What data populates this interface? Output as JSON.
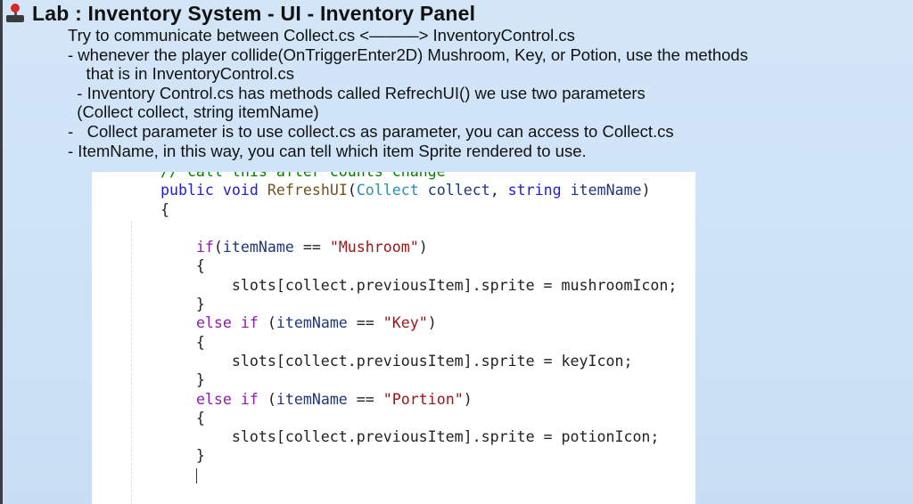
{
  "title": "Lab : Inventory System - UI - Inventory Panel",
  "notes": [
    "Try to communicate between Collect.cs <———> InventoryControl.cs",
    "- whenever the player collide(OnTriggerEnter2D) Mushroom, Key, or Potion, use the methods",
    "    that is in InventoryControl.cs",
    "  - Inventory Control.cs has methods called RefrechUI() we use two parameters",
    "  (Collect collect, string itemName)",
    "-   Collect parameter is to use collect.cs as parameter, you can access to Collect.cs",
    "- ItemName, in this way, you can tell which item Sprite rendered to use."
  ],
  "code": [
    [
      [
        "    ",
        "pl"
      ],
      [
        "// call this after counts change",
        "cm"
      ]
    ],
    [
      [
        "    ",
        "pl"
      ],
      [
        "public",
        "kw"
      ],
      [
        " ",
        "pl"
      ],
      [
        "void",
        "kw"
      ],
      [
        " ",
        "pl"
      ],
      [
        "RefreshUI",
        "fn"
      ],
      [
        "(",
        "pl"
      ],
      [
        "Collect",
        "ty"
      ],
      [
        " ",
        "pl"
      ],
      [
        "collect",
        "pr"
      ],
      [
        ", ",
        "pl"
      ],
      [
        "string",
        "kw"
      ],
      [
        " ",
        "pl"
      ],
      [
        "itemName",
        "pr"
      ],
      [
        ")",
        "pl"
      ]
    ],
    [
      [
        "    {",
        "pl"
      ]
    ],
    [
      [
        "",
        "pl"
      ]
    ],
    [
      [
        "        ",
        "pl"
      ],
      [
        "if",
        "kw2"
      ],
      [
        "(",
        "pl"
      ],
      [
        "itemName",
        "pr"
      ],
      [
        " == ",
        "pl"
      ],
      [
        "\"Mushroom\"",
        "st"
      ],
      [
        ")",
        "pl"
      ]
    ],
    [
      [
        "        {",
        "pl"
      ]
    ],
    [
      [
        "            slots[collect.previousItem].sprite = mushroomIcon;",
        "pl"
      ]
    ],
    [
      [
        "        }",
        "pl"
      ]
    ],
    [
      [
        "        ",
        "pl"
      ],
      [
        "else",
        "kw2"
      ],
      [
        " ",
        "pl"
      ],
      [
        "if",
        "kw2"
      ],
      [
        " (",
        "pl"
      ],
      [
        "itemName",
        "pr"
      ],
      [
        " == ",
        "pl"
      ],
      [
        "\"Key\"",
        "st"
      ],
      [
        ")",
        "pl"
      ]
    ],
    [
      [
        "        {",
        "pl"
      ]
    ],
    [
      [
        "            slots[collect.previousItem].sprite = keyIcon;",
        "pl"
      ]
    ],
    [
      [
        "        }",
        "pl"
      ]
    ],
    [
      [
        "        ",
        "pl"
      ],
      [
        "else",
        "kw2"
      ],
      [
        " ",
        "pl"
      ],
      [
        "if",
        "kw2"
      ],
      [
        " (",
        "pl"
      ],
      [
        "itemName",
        "pr"
      ],
      [
        " == ",
        "pl"
      ],
      [
        "\"Portion\"",
        "st"
      ],
      [
        ")",
        "pl"
      ]
    ],
    [
      [
        "        {",
        "pl"
      ]
    ],
    [
      [
        "            slots[collect.previousItem].sprite = potionIcon;",
        "pl"
      ]
    ],
    [
      [
        "        }",
        "pl"
      ]
    ],
    [
      [
        "        ",
        "pl"
      ]
    ]
  ]
}
